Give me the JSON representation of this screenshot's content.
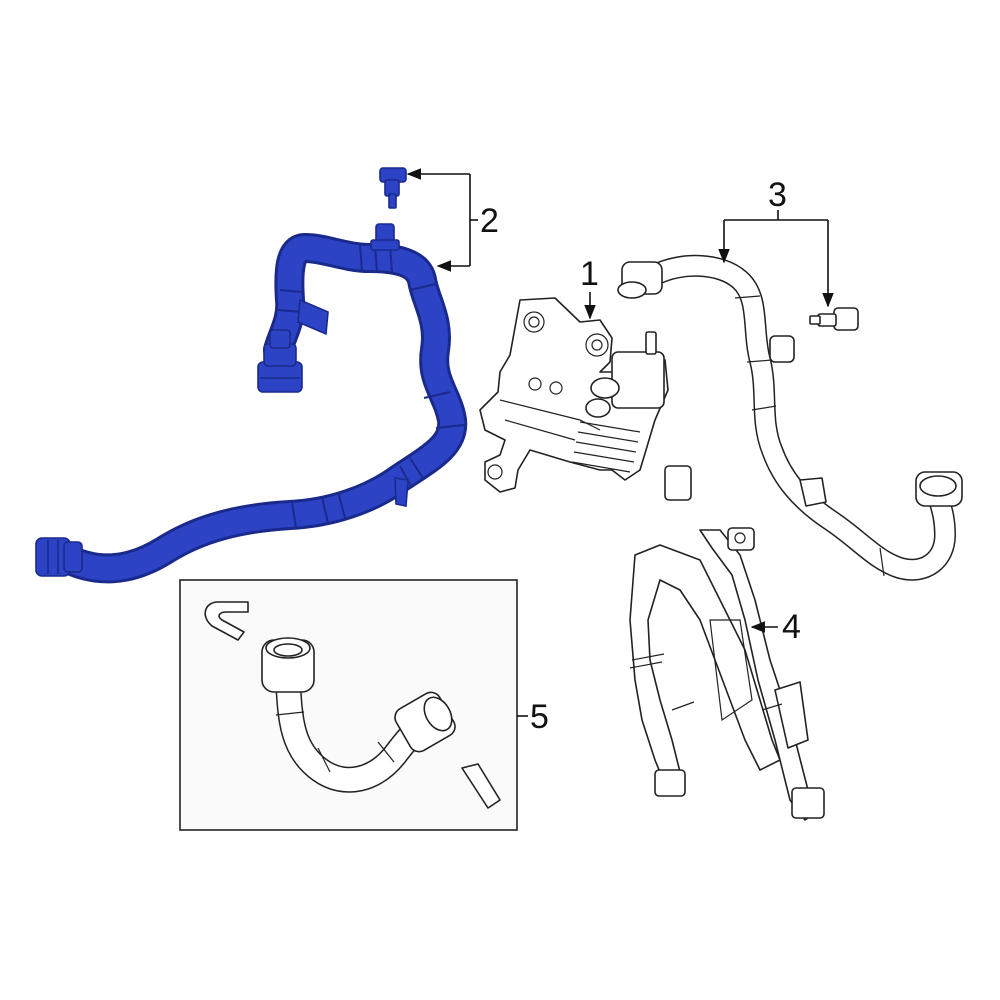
{
  "colors": {
    "highlight_part": "#2c43c6",
    "highlight_dark": "#1a2a8c",
    "line_art": "#222222",
    "inset_background": "#fafafa",
    "background": "#ffffff"
  },
  "callouts": {
    "part_1": "1",
    "part_2": "2",
    "part_3": "3",
    "part_4": "4",
    "part_5": "5"
  }
}
